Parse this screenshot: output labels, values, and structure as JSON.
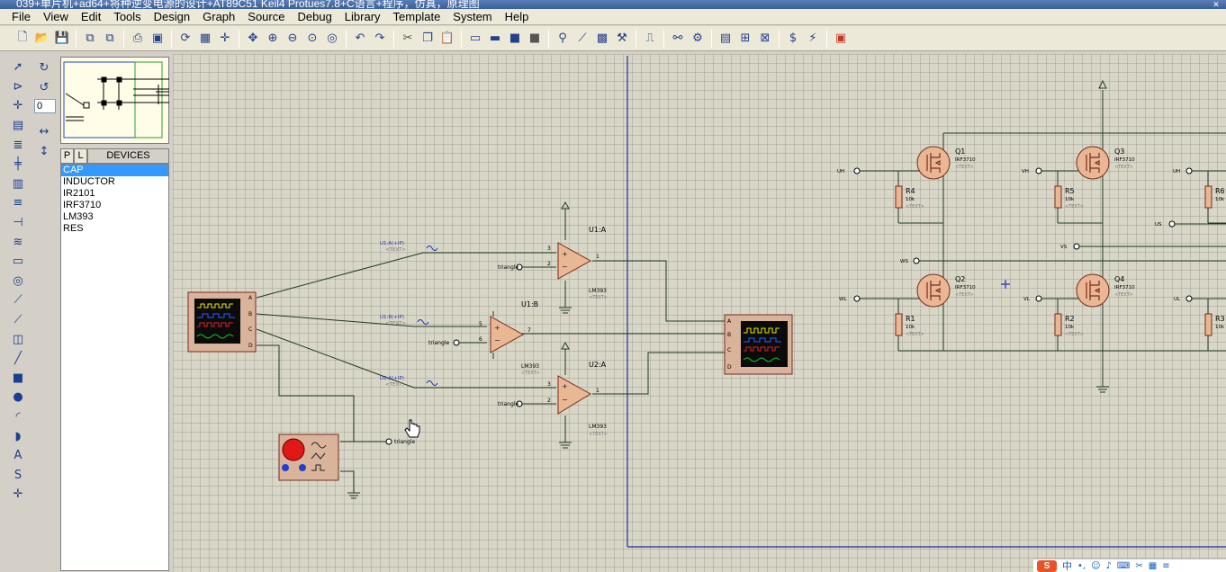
{
  "window": {
    "title": "039+单片机+ad64+将种逆变电源的设计+AT89C51 Keil4 Protues7.8+C语言+程序，仿真，原理图"
  },
  "menu": [
    "File",
    "View",
    "Edit",
    "Tools",
    "Design",
    "Graph",
    "Source",
    "Debug",
    "Library",
    "Template",
    "System",
    "Help"
  ],
  "toolbar": {
    "icons": [
      "new-file-icon",
      "open-folder-icon",
      "save-icon",
      "separator",
      "import-section-icon",
      "export-section-icon",
      "separator",
      "print-icon",
      "print-area-icon",
      "separator",
      "refresh-icon",
      "grid-toggle-icon",
      "origin-icon",
      "separator",
      "pan-icon",
      "zoom-in-icon",
      "zoom-out-icon",
      "zoom-all-icon",
      "zoom-area-icon",
      "separator",
      "undo-icon",
      "redo-icon",
      "separator",
      "cut-icon",
      "copy-icon",
      "paste-icon",
      "separator",
      "block-copy-icon",
      "block-move-icon",
      "block-rotate-icon",
      "block-delete-icon",
      "separator",
      "pick-device-icon",
      "make-device-icon",
      "package-tool-icon",
      "decompose-icon",
      "separator",
      "wire-autorouter-icon",
      "separator",
      "search-tag-icon",
      "property-tool-icon",
      "separator",
      "new-sheet-icon",
      "remove-sheet-icon",
      "exit-to-parent-icon",
      "separator",
      "bom-report-icon",
      "electrical-check-icon",
      "separator",
      "netlist-to-ares-icon"
    ]
  },
  "rotation": {
    "angle": "0"
  },
  "device_panel": {
    "tab_p": "P",
    "tab_l": "L",
    "header": "DEVICES",
    "items": [
      "CAP",
      "INDUCTOR",
      "IR2101",
      "IRF3710",
      "LM393",
      "RES"
    ],
    "selected": "CAP"
  },
  "schematic": {
    "opamps": [
      {
        "ref": "U1:A",
        "part": "LM393",
        "text": "<TEXT>",
        "pin_plus": "3",
        "pin_minus": "2",
        "pin_out": "1"
      },
      {
        "ref": "U1:B",
        "part": "LM393",
        "text": "<TEXT>",
        "pin_plus": "5",
        "pin_minus": "6",
        "pin_out": "7"
      },
      {
        "ref": "U2:A",
        "part": "LM393",
        "text": "<TEXT>",
        "pin_plus": "3",
        "pin_minus": "2",
        "pin_out": "1"
      }
    ],
    "sine_labels": [
      "U1:A(+IP)",
      "U1:B(+IP)",
      "U2:A(+IP)"
    ],
    "terminal_text": "<TEXT>",
    "triangle_label": "triangle",
    "scope_pins": [
      "A",
      "B",
      "C",
      "D"
    ],
    "mosfets": [
      {
        "ref": "Q1",
        "part": "IRF3710",
        "text": "<TEXT>"
      },
      {
        "ref": "Q3",
        "part": "IRF3710",
        "text": "<TEXT>"
      },
      {
        "ref": "Q2",
        "part": "IRF3710",
        "text": "<TEXT>"
      },
      {
        "ref": "Q4",
        "part": "IRF3710",
        "text": "<TEXT>"
      }
    ],
    "resistors": [
      {
        "ref": "R4",
        "value": "10k",
        "text": "<TEXT>"
      },
      {
        "ref": "R5",
        "value": "10k",
        "text": "<TEXT>"
      },
      {
        "ref": "R6",
        "value": "10k"
      },
      {
        "ref": "R1",
        "value": "10k",
        "text": "<TEXT>"
      },
      {
        "ref": "R2",
        "value": "10k",
        "text": "<TEXT>"
      },
      {
        "ref": "R3",
        "value": "10k"
      }
    ],
    "nets": {
      "uh": "UH",
      "vh": "VH",
      "uh2": "UH",
      "us": "US",
      "vs": "VS",
      "ws": "WS",
      "wl": "WL",
      "vl": "VL",
      "ul": "UL"
    }
  },
  "tray": {
    "logo": "S",
    "ime": "中"
  }
}
